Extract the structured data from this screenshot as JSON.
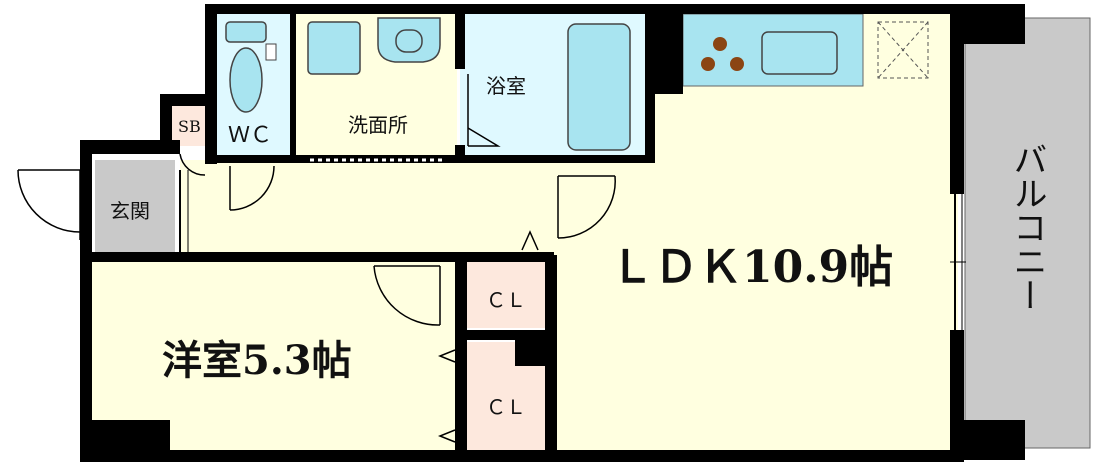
{
  "rooms": {
    "ldk": "ＬＤＫ10.9帖",
    "western": "洋室5.3帖",
    "wc": "ＷＣ",
    "washroom": "洗面所",
    "bath": "浴室",
    "entrance": "玄関",
    "shoe_box": "SB",
    "closet_top": "ＣＬ",
    "closet_bottom": "ＣＬ",
    "balcony": "バルコニー"
  },
  "colors": {
    "room_fill": "#ffffe0",
    "wet_fill": "#dff9ff",
    "closet_fill": "#fde8dd",
    "entrance_fill": "#c9c9c9",
    "balcony_fill": "#c9c9c9",
    "appliance_fill": "#a8e4f0",
    "burner_fill": "#8b4513",
    "wall": "#000000"
  }
}
